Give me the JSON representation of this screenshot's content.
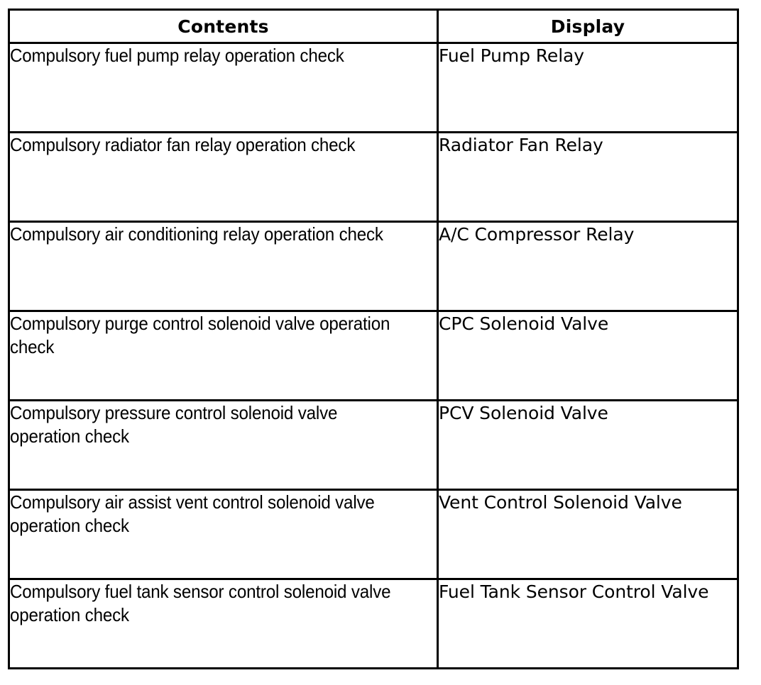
{
  "table": {
    "headers": [
      {
        "label": "Contents",
        "key": "contents"
      },
      {
        "label": "Display",
        "key": "display"
      }
    ],
    "rows": [
      {
        "contents": "Compulsory fuel pump relay operation check",
        "display": "Fuel Pump Relay"
      },
      {
        "contents": "Compulsory radiator fan relay operation check",
        "display": "Radiator Fan Relay"
      },
      {
        "contents": "Compulsory air conditioning relay operation check",
        "display": "A/C Compressor Relay"
      },
      {
        "contents": "Compulsory purge control solenoid valve operation check",
        "display": "CPC Solenoid Valve"
      },
      {
        "contents": "Compulsory pressure control solenoid valve operation check",
        "display": "PCV Solenoid Valve"
      },
      {
        "contents": "Compulsory air assist vent control solenoid valve operation check",
        "display": "Vent Control Solenoid Valve"
      },
      {
        "contents": "Compulsory fuel tank sensor control solenoid valve operation check",
        "display": "Fuel Tank Sensor Control Valve"
      }
    ]
  },
  "colors": {
    "border": "#000000",
    "background": "#ffffff",
    "text": "#000000"
  }
}
